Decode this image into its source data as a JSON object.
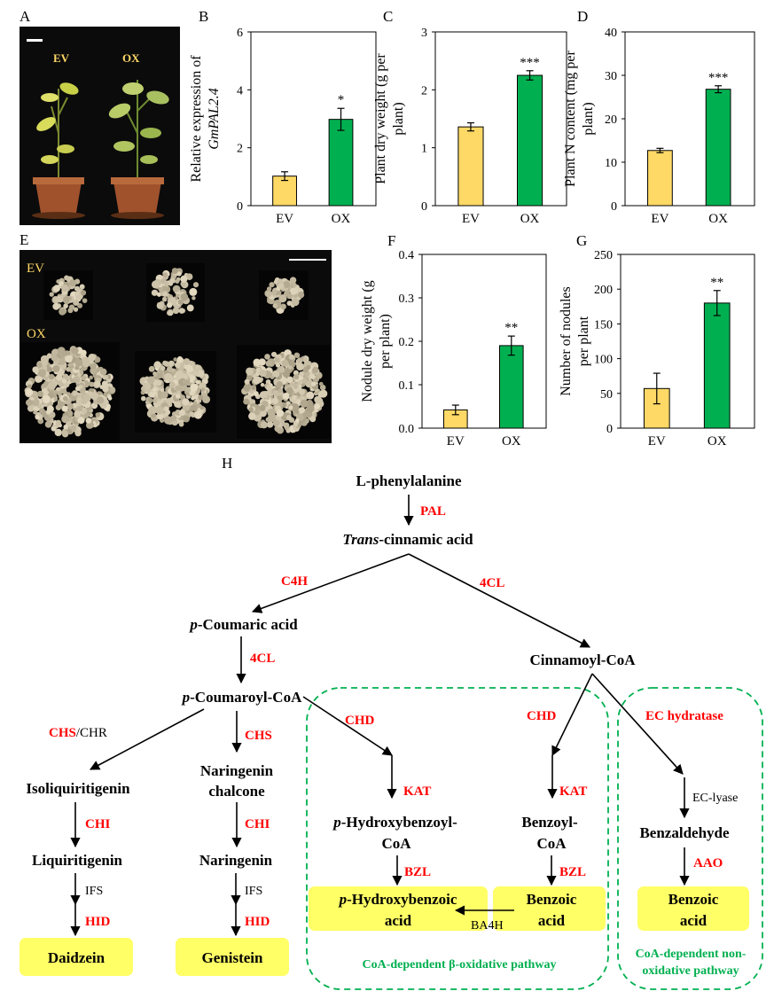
{
  "panel_letters": [
    "A",
    "B",
    "C",
    "D",
    "E",
    "F",
    "G",
    "H"
  ],
  "photoA": {
    "labels": [
      "EV",
      "OX"
    ]
  },
  "photoE": {
    "labels": [
      "EV",
      "OX"
    ]
  },
  "colors": {
    "ev": "#FFD966",
    "ox": "#00B050",
    "enzyme": "#FF0000",
    "box": "#FFFF66",
    "green": "#00B050",
    "photo_bg": "#0b0b0b"
  },
  "chart_data": [
    {
      "id": "B",
      "type": "bar",
      "categories": [
        "EV",
        "OX"
      ],
      "values": [
        1.02,
        2.98
      ],
      "errors": [
        0.15,
        0.38
      ],
      "sig": [
        "",
        "*"
      ],
      "ylabel_lines": [
        "Relative expression of",
        "GmPAL2.4"
      ],
      "ylim": [
        0,
        6
      ],
      "yticks": [
        "0",
        "2",
        "4",
        "6"
      ]
    },
    {
      "id": "C",
      "type": "bar",
      "categories": [
        "EV",
        "OX"
      ],
      "values": [
        1.36,
        2.25
      ],
      "errors": [
        0.07,
        0.08
      ],
      "sig": [
        "",
        "***"
      ],
      "ylabel_lines": [
        "Plant dry weight (g per",
        "plant)"
      ],
      "ylim": [
        0,
        3
      ],
      "yticks": [
        "0",
        "1",
        "2",
        "3"
      ]
    },
    {
      "id": "D",
      "type": "bar",
      "categories": [
        "EV",
        "OX"
      ],
      "values": [
        12.7,
        26.8
      ],
      "errors": [
        0.5,
        0.8
      ],
      "sig": [
        "",
        "***"
      ],
      "ylabel_lines": [
        "Plant N content (mg per",
        "plant)"
      ],
      "ylim": [
        0,
        40
      ],
      "yticks": [
        "0",
        "10",
        "20",
        "30",
        "40"
      ]
    },
    {
      "id": "F",
      "type": "bar",
      "categories": [
        "EV",
        "OX"
      ],
      "values": [
        0.042,
        0.19
      ],
      "errors": [
        0.011,
        0.022
      ],
      "sig": [
        "",
        "**"
      ],
      "ylabel_lines": [
        "Nodule dry weight (g",
        "per plant)"
      ],
      "ylim": [
        0,
        0.4
      ],
      "yticks": [
        "0.0",
        "0.1",
        "0.2",
        "0.3",
        "0.4"
      ]
    },
    {
      "id": "G",
      "type": "bar",
      "categories": [
        "EV",
        "OX"
      ],
      "values": [
        57,
        180
      ],
      "errors": [
        22,
        18
      ],
      "sig": [
        "",
        "**"
      ],
      "ylabel_lines": [
        "Number of nodules",
        "per plant"
      ],
      "ylim": [
        0,
        250
      ],
      "yticks": [
        "0",
        "50",
        "100",
        "150",
        "200",
        "250"
      ]
    }
  ],
  "pathway": {
    "compounds": {
      "lphe": "L-phenylalanine",
      "trans_italic": "Trans",
      "trans_rest": "-cinnamic acid",
      "p": "p",
      "coumaric_rest": "-Coumaric acid",
      "coumaroyl_rest": "-Coumaroyl-CoA",
      "cinnamoyl": "Cinnamoyl-CoA",
      "isoliq": "Isoliquiritigenin",
      "liq": "Liquiritigenin",
      "nar_chal_1": "Naringenin",
      "nar_chal_2": "chalcone",
      "naringenin": "Naringenin",
      "phb_coa_rest1": "-Hydroxybenzoyl-",
      "phb_coa_2": "CoA",
      "benzoyl_1": "Benzoyl-",
      "benzoyl_2": "CoA",
      "benzaldehyde": "Benzaldehyde"
    },
    "boxes": {
      "daidzein": "Daidzein",
      "genistein": "Genistein",
      "phb_acid_rest1": "-Hydroxybenzoic",
      "phb_acid_2": "acid",
      "benzoic1_1": "Benzoic",
      "benzoic1_2": "acid",
      "benzoic2_1": "Benzoic",
      "benzoic2_2": "acid"
    },
    "enzymes": {
      "pal": "PAL",
      "c4h": "C4H",
      "cl_a": "4CL",
      "cl_b": "4CL",
      "chs": "CHS",
      "chr": "/CHR",
      "chs2": "CHS",
      "chi1": "CHI",
      "chi2": "CHI",
      "hid1": "HID",
      "hid2": "HID",
      "chd1": "CHD",
      "chd2": "CHD",
      "kat1": "KAT",
      "kat2": "KAT",
      "bzl1": "BZL",
      "bzl2": "BZL",
      "ec_hydratase": "EC hydratase",
      "aao": "AAO"
    },
    "black_enzymes": {
      "ifs1": "IFS",
      "ifs2": "IFS",
      "ba4h": "BA4H",
      "eclyase": "EC-lyase"
    },
    "pathway_labels": {
      "beta_ox": "CoA-dependent β-oxidative pathway",
      "nonox_1": "CoA-dependent non-",
      "nonox_2": "oxidative pathway"
    }
  }
}
